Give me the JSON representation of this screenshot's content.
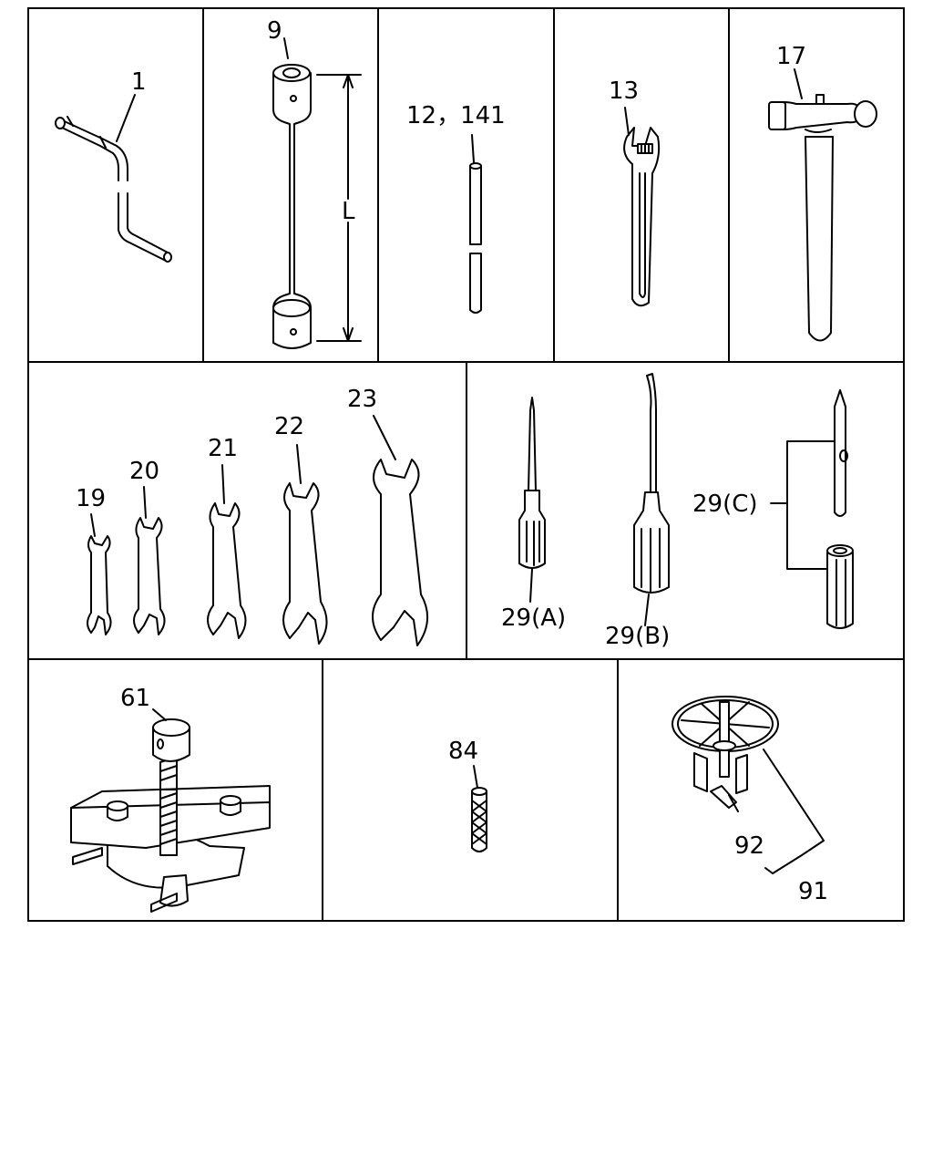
{
  "labels": {
    "tool_1": "1",
    "tool_9": "9",
    "dimension_L": "L",
    "tool_12_141": "12，141",
    "tool_13": "13",
    "tool_17": "17",
    "tool_19": "19",
    "tool_20": "20",
    "tool_21": "21",
    "tool_22": "22",
    "tool_23": "23",
    "tool_29a": "29(A)",
    "tool_29b": "29(B)",
    "tool_29c": "29(C)",
    "tool_61": "61",
    "tool_84": "84",
    "tool_92": "92",
    "tool_91": "91"
  }
}
